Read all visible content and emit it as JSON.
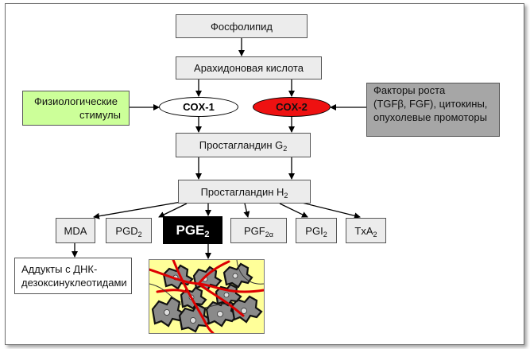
{
  "nodes": {
    "phospholipid": "Фосфолипид",
    "arachidonic": "Арахидоновая кислота",
    "physio_line1": "Физиологические",
    "physio_line2": "стимулы",
    "cox1": "COX-1",
    "cox2": "COX-2",
    "growth_line1": "Факторы роста",
    "growth_line2": "(TGFβ, FGF), цитокины,",
    "growth_line3": "опухолевые промоторы",
    "pgg2_base": "Простагландин G",
    "pgg2_sub": "2",
    "pgh2_base": "Простагландин H",
    "pgh2_sub": "2",
    "mda": "MDA",
    "pgd2_base": "PGD",
    "pgd2_sub": "2",
    "pge2_base": "PGE",
    "pge2_sub": "2",
    "pgf2a_base": "PGF",
    "pgf2a_sub": "2α",
    "pgi2_base": "PGI",
    "pgi2_sub": "2",
    "txa2_base": "TxA",
    "txa2_sub": "2",
    "adducts_line1": "Аддукты с ДНК-",
    "adducts_line2": "дезоксинуклеотидами"
  },
  "colors": {
    "box_fill": "#ececec",
    "green_fill": "#ccff99",
    "gray_fill": "#a6a6a6",
    "cox2_fill": "#ee1111",
    "pge2_fill": "#000000",
    "tissue_fill": "#ffff99",
    "vessel": "#dd0000",
    "cell_fill": "#8a8a8a"
  },
  "icons": [
    "tumor-tissue-image"
  ]
}
